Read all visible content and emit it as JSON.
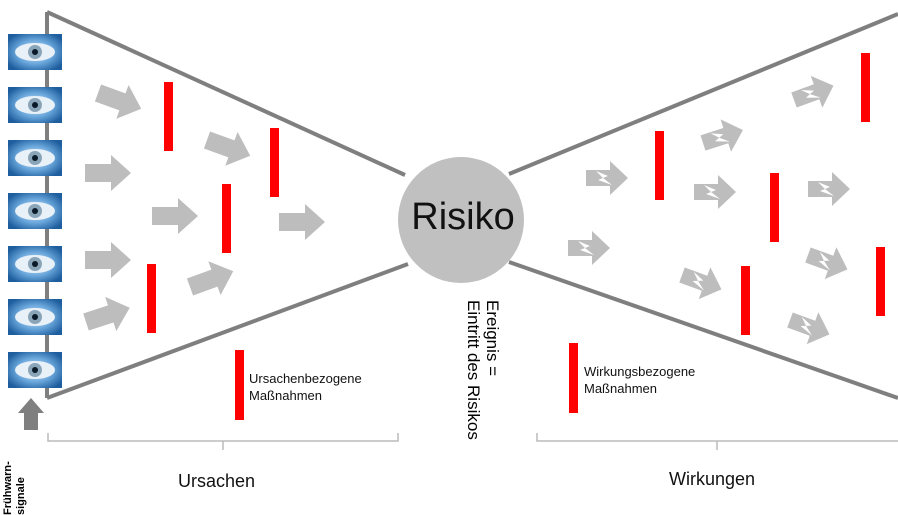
{
  "diagram": {
    "center_label": "Risiko",
    "event_label_line1": "Ereignis =",
    "event_label_line2": "Eintritt des Risikos",
    "left_legend_line1": "Ursachenbezogene",
    "left_legend_line2": "Maßnahmen",
    "right_legend_line1": "Wirkungsbezogene",
    "right_legend_line2": "Maßnahmen",
    "left_section_label": "Ursachen",
    "right_section_label": "Wirkungen",
    "early_warning_line1": "Frühwarn-",
    "early_warning_line2": "signale",
    "eye_count": 7
  },
  "colors": {
    "outline": "#7f7f7f",
    "circle": "#c0c0c0",
    "arrow": "#bdbdbd",
    "measure": "#ff0000",
    "eye_bg": "#5f9fd6"
  }
}
